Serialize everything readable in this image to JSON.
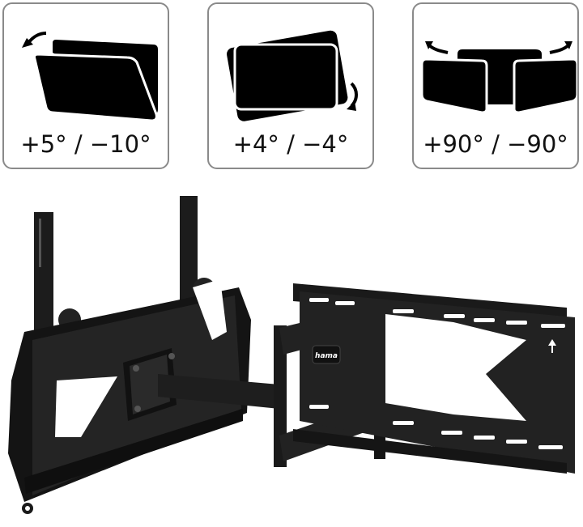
{
  "features": [
    {
      "id": "tilt",
      "icon": "tilt-icon",
      "label": "+5° / −10°"
    },
    {
      "id": "rotate",
      "icon": "rotate-icon",
      "label": "+4° / −4°"
    },
    {
      "id": "swivel",
      "icon": "swivel-icon",
      "label": "+90° / −90°"
    }
  ],
  "product": {
    "image": "tv-wall-mount-full-motion",
    "brand_badge": "hama",
    "orientation_marker": "up-arrow"
  },
  "colors": {
    "mount": "#1c1c1c",
    "mount_highlight": "#3a3a3a",
    "box_border": "#8a8a8a",
    "text": "#111111"
  }
}
